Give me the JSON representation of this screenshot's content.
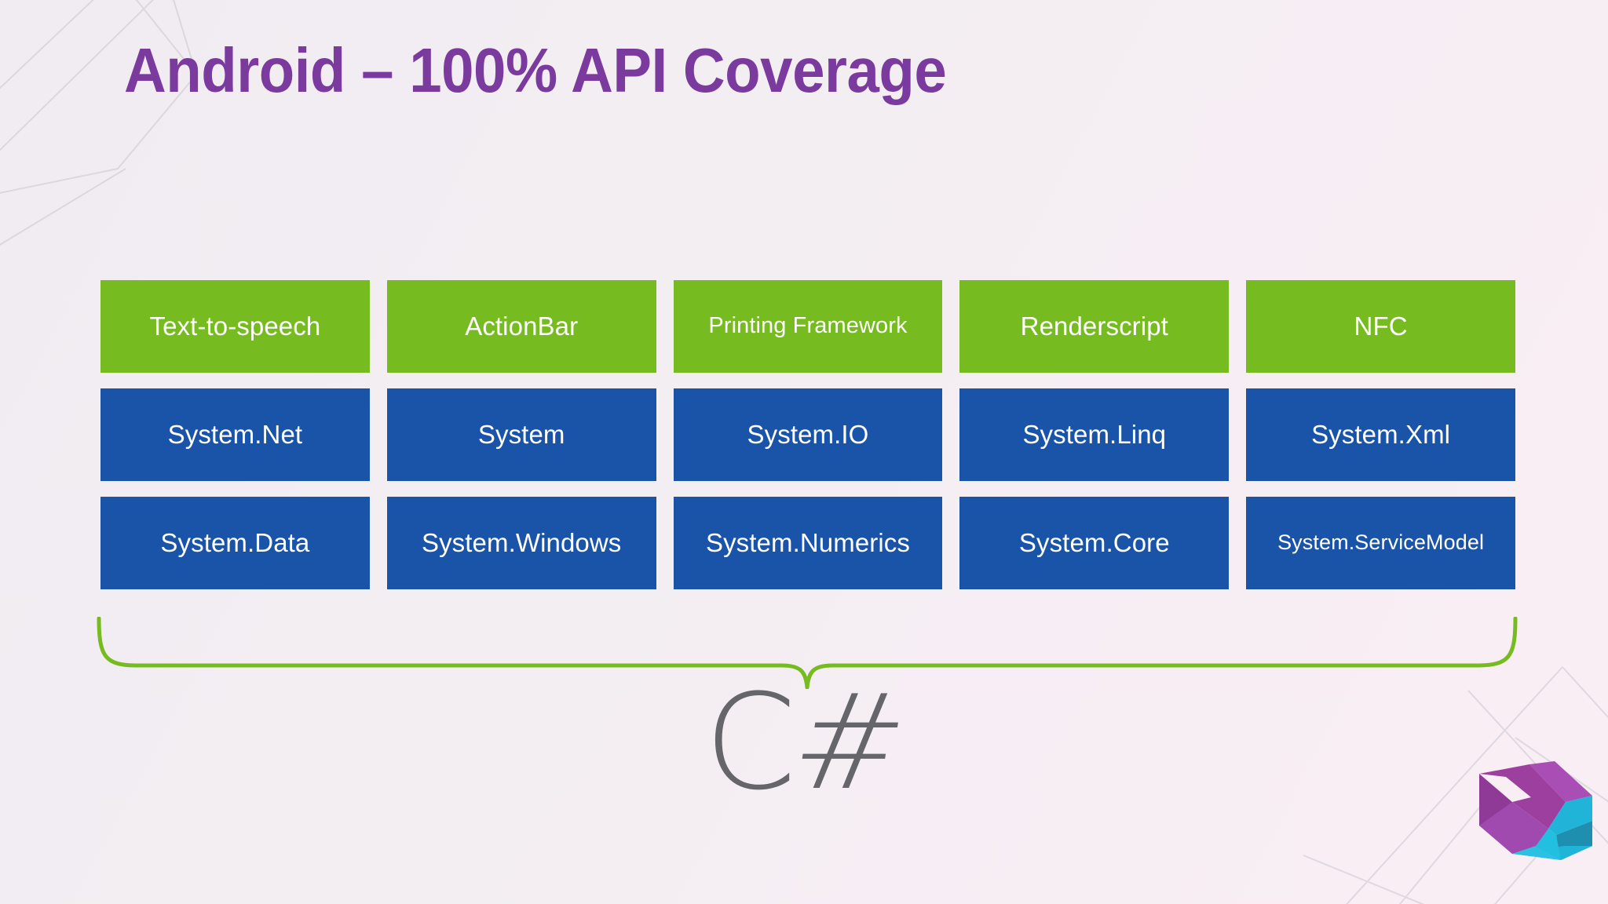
{
  "slide": {
    "title": "Android – 100% API Coverage",
    "footer_wordmark_letter": "C",
    "footer_wordmark_symbol": "#",
    "colors": {
      "title_purple": "#7B3A9E",
      "row_green": "#76BC21",
      "row_blue": "#1A54A8",
      "brace_green": "#76BC21",
      "wordmark_gray": "#65656A",
      "background": "#F2EEF2",
      "logo_purple": "#A04AB0",
      "logo_magenta": "#9C3F9E",
      "logo_cyan": "#20B5D8",
      "logo_teal": "#1F8FB0"
    }
  },
  "grid": {
    "rows": [
      {
        "kind": "android-apis",
        "color": "green",
        "cells": [
          {
            "label": "Text-to-speech",
            "size": "md"
          },
          {
            "label": "ActionBar",
            "size": "md"
          },
          {
            "label": "Printing Framework",
            "size": "sm"
          },
          {
            "label": "Renderscript",
            "size": "md"
          },
          {
            "label": "NFC",
            "size": "md"
          }
        ]
      },
      {
        "kind": "dotnet-apis",
        "color": "blue",
        "cells": [
          {
            "label": "System.Net",
            "size": "md"
          },
          {
            "label": "System",
            "size": "md"
          },
          {
            "label": "System.IO",
            "size": "md"
          },
          {
            "label": "System.Linq",
            "size": "md"
          },
          {
            "label": "System.Xml",
            "size": "md"
          }
        ]
      },
      {
        "kind": "dotnet-apis",
        "color": "blue",
        "cells": [
          {
            "label": "System.Data",
            "size": "md"
          },
          {
            "label": "System.Windows",
            "size": "md"
          },
          {
            "label": "System.Numerics",
            "size": "md"
          },
          {
            "label": "System.Core",
            "size": "md"
          },
          {
            "label": "System.ServiceModel",
            "size": "xs"
          }
        ]
      }
    ]
  },
  "icons": {
    "brace": "curly-brace-down",
    "logo": "xamarin-evolve-chevron-logo"
  }
}
